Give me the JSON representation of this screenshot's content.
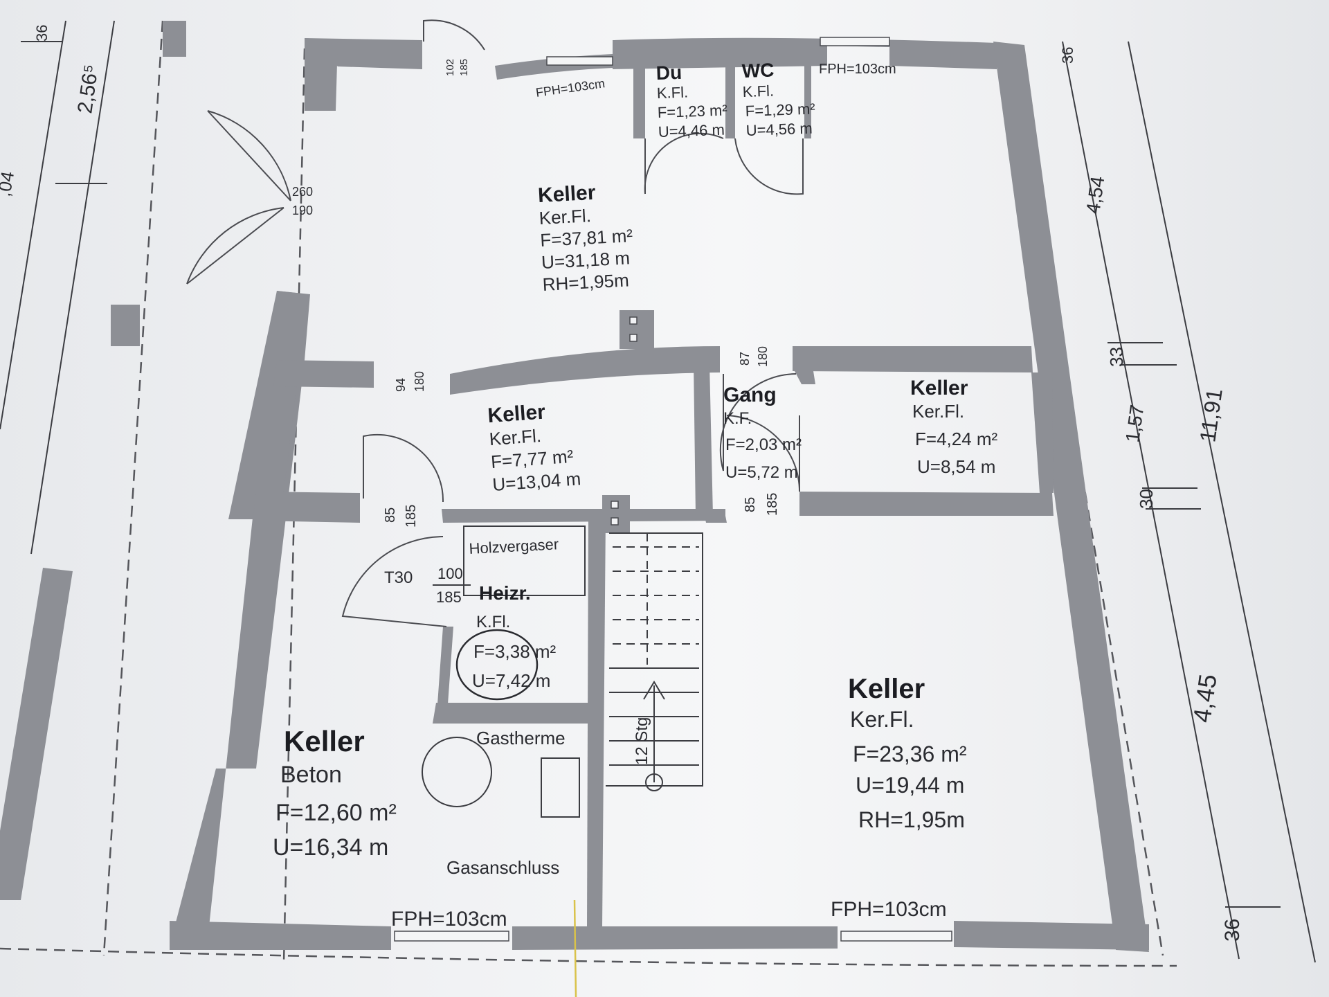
{
  "rooms": {
    "keller_main": {
      "name": "Keller",
      "lines": [
        "Ker.Fl.",
        "F=37,81 m²",
        "U=31,18 m",
        "RH=1,95m"
      ]
    },
    "du": {
      "name": "Du",
      "lines": [
        "K.Fl.",
        "F=1,23 m²",
        "U=4,46 m"
      ]
    },
    "wc": {
      "name": "WC",
      "lines": [
        "K.Fl.",
        "F=1,29 m²",
        "U=4,56 m"
      ]
    },
    "keller_mid": {
      "name": "Keller",
      "lines": [
        "Ker.Fl.",
        "F=7,77 m²",
        "U=13,04 m"
      ]
    },
    "gang": {
      "name": "Gang",
      "lines": [
        "K.F.",
        "F=2,03 m²",
        "U=5,72 m"
      ]
    },
    "keller_small": {
      "name": "Keller",
      "lines": [
        "Ker.Fl.",
        "F=4,24 m²",
        "U=8,54 m"
      ]
    },
    "heizr": {
      "name": "Heizr.",
      "lines": [
        "K.Fl.",
        "F=3,38 m²",
        "U=7,42 m"
      ]
    },
    "keller_beton": {
      "name": "Keller",
      "lines": [
        "Beton",
        "F=12,60 m²",
        "U=16,34 m"
      ]
    },
    "keller_big": {
      "name": "Keller",
      "lines": [
        "Ker.Fl.",
        "F=23,36 m²",
        "U=19,44 m",
        "RH=1,95m"
      ]
    }
  },
  "labels": {
    "holzvergaser": "Holzvergaser",
    "gastherme": "Gastherme",
    "gasanschluss": "Gasanschluss",
    "t30": "T30",
    "stairs": "12 Stg",
    "fph_top_left": "FPH=103cm",
    "fph_top_right": "FPH=103cm",
    "fph_bottom_left": "FPH=103cm",
    "fph_bottom_right": "FPH=103cm"
  },
  "door_dims": {
    "d_top_small_a": "102",
    "d_top_small_b": "185",
    "d_left_a": "260",
    "d_left_b": "190",
    "d_mid_a": "94",
    "d_mid_b": "180",
    "d_gang_top_a": "87",
    "d_gang_top_b": "180",
    "d_heiz_a": "85",
    "d_heiz_b": "185",
    "d_gang_a": "85",
    "d_gang_b": "185",
    "d_t30_a": "100",
    "d_t30_b": "185"
  },
  "dimensions": {
    "left_top": "36",
    "left_a": "2,56⁵",
    "left_b": ",04",
    "right_top": "36",
    "right_1": "4,54",
    "right_2": "33",
    "right_3": "1,57",
    "right_4": "30",
    "right_5": "4,45",
    "right_bottom": "36",
    "right_total": "11,91"
  }
}
